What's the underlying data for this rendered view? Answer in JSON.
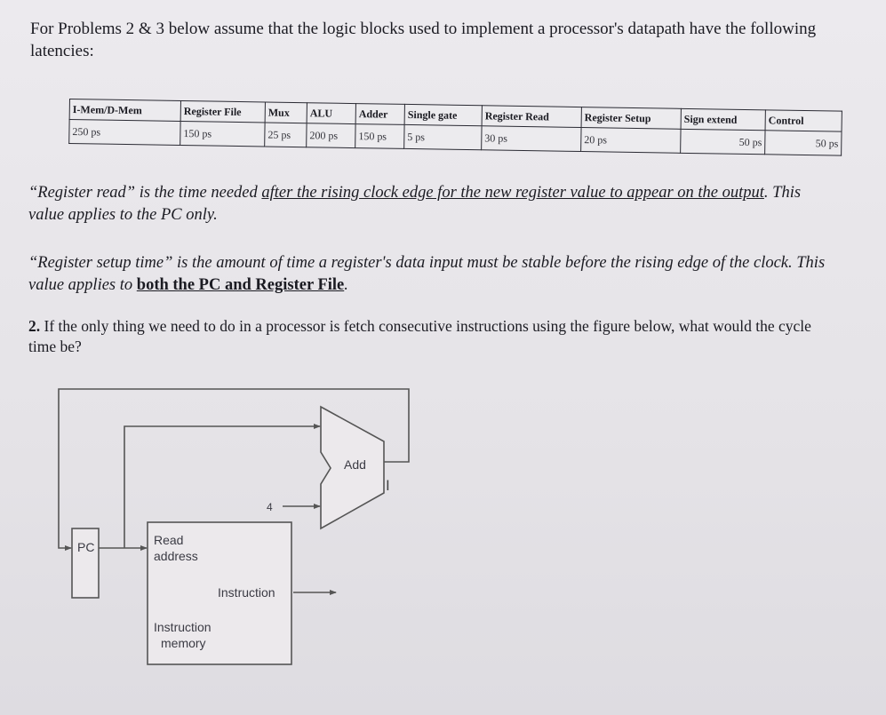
{
  "intro": "For Problems 2 & 3 below assume that the logic blocks used to implement a processor's datapath have the following latencies:",
  "latency_table": {
    "headers": [
      "I-Mem/D-Mem",
      "Register File",
      "Mux",
      "ALU",
      "Adder",
      "Single gate",
      "Register Read",
      "Register Setup",
      "Sign extend",
      "Control"
    ],
    "values": [
      "250 ps",
      "150 ps",
      "25 ps",
      "200 ps",
      "150 ps",
      "5 ps",
      "30 ps",
      "20 ps",
      "50 ps",
      "50 ps"
    ]
  },
  "register_read_def": {
    "lead": "“Register read” is the time needed ",
    "underlined": "after the rising clock edge for the new register value to appear on the output",
    "tail": ". This value applies to the PC only."
  },
  "register_setup_def": {
    "lead": "“Register setup time” is the amount of time a register's data input must be stable before the rising edge of the clock. This value applies to ",
    "bold": "both the PC and Register File",
    "tail": "."
  },
  "question": {
    "number": "2.",
    "text": "If the only thing we need to do in a processor is fetch consecutive instructions using the figure below, what would the cycle time be?"
  },
  "figure": {
    "adder_label": "Add",
    "constant_label": "4",
    "pc_label": "PC",
    "read_address_line1": "Read",
    "read_address_line2": "address",
    "instruction_label": "Instruction",
    "memory_line1": "Instruction",
    "memory_line2": "memory",
    "cursor_glyph": "I"
  }
}
